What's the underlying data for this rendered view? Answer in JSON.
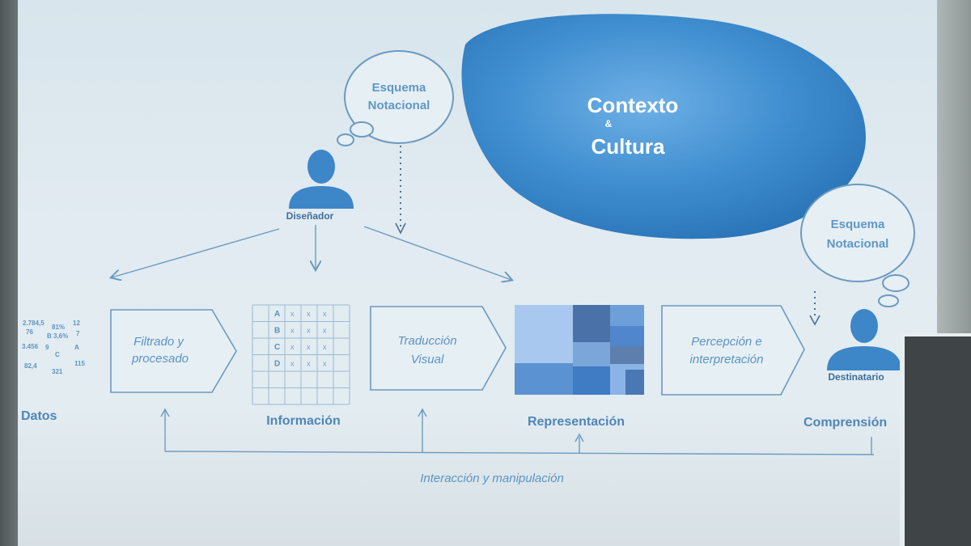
{
  "cloud": {
    "line1": "Contexto",
    "amp": "&",
    "line2": "Cultura",
    "color": "#3f8ed0"
  },
  "bubble_designer": {
    "line1": "Esquema",
    "line2": "Notacional"
  },
  "bubble_recipient": {
    "line1": "Esquema",
    "line2": "Notacional"
  },
  "designer_label": "Diseñador",
  "recipient_label": "Destinatario",
  "process_boxes": [
    {
      "line1": "Filtrado y",
      "line2": "procesado"
    },
    {
      "line1": "Traducción",
      "line2": "Visual"
    },
    {
      "line1": "Percepción e",
      "line2": "interpretación"
    }
  ],
  "stages": [
    "Datos",
    "Información",
    "Representación",
    "Comprensión"
  ],
  "interaction_label": "Interacción y manipulación",
  "data_numbers": [
    "2.784,5",
    "81%",
    "12",
    "76",
    "B",
    "3,6%",
    "7",
    "3.456",
    "9",
    "A",
    "C",
    "82,4",
    "115",
    "321"
  ],
  "info_table": {
    "rows": [
      "A",
      "B",
      "C",
      "D"
    ],
    "mark": "x"
  },
  "colors": {
    "accent": "#4e86b8",
    "line": "#6c9ac0"
  }
}
